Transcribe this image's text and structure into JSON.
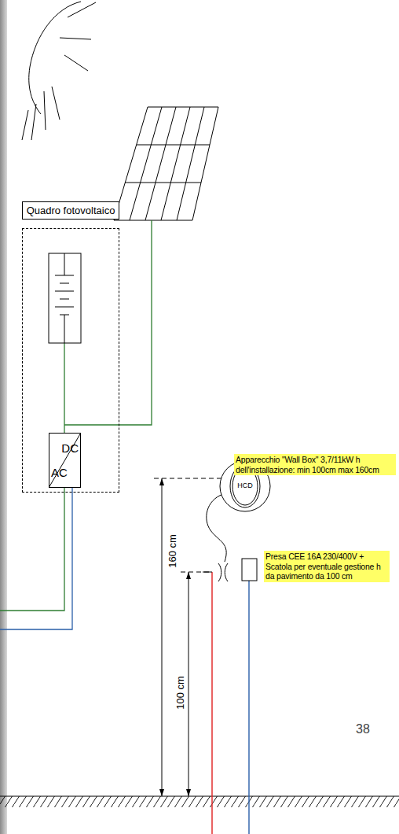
{
  "diagram": {
    "nodes": [
      {
        "text": [
          "Quadro fotovoltaico"
        ]
      },
      {
        "text": [
          "DC",
          "AC"
        ],
        "in": 0
      },
      {
        "text": [
          "HCD"
        ]
      },
      {
        "text": [
          "Apparecchio \"Wall Box\" 3,7/11kW h dell'installazione: min 100cm max 160cm"
        ]
      },
      {
        "text": [
          "Presa CEE 16A 230/400V + Scatola per eventuale gestione h da pavimento da 100 cm"
        ]
      }
    ],
    "labels": [
      "160 cm",
      "100 cm",
      "38"
    ]
  }
}
